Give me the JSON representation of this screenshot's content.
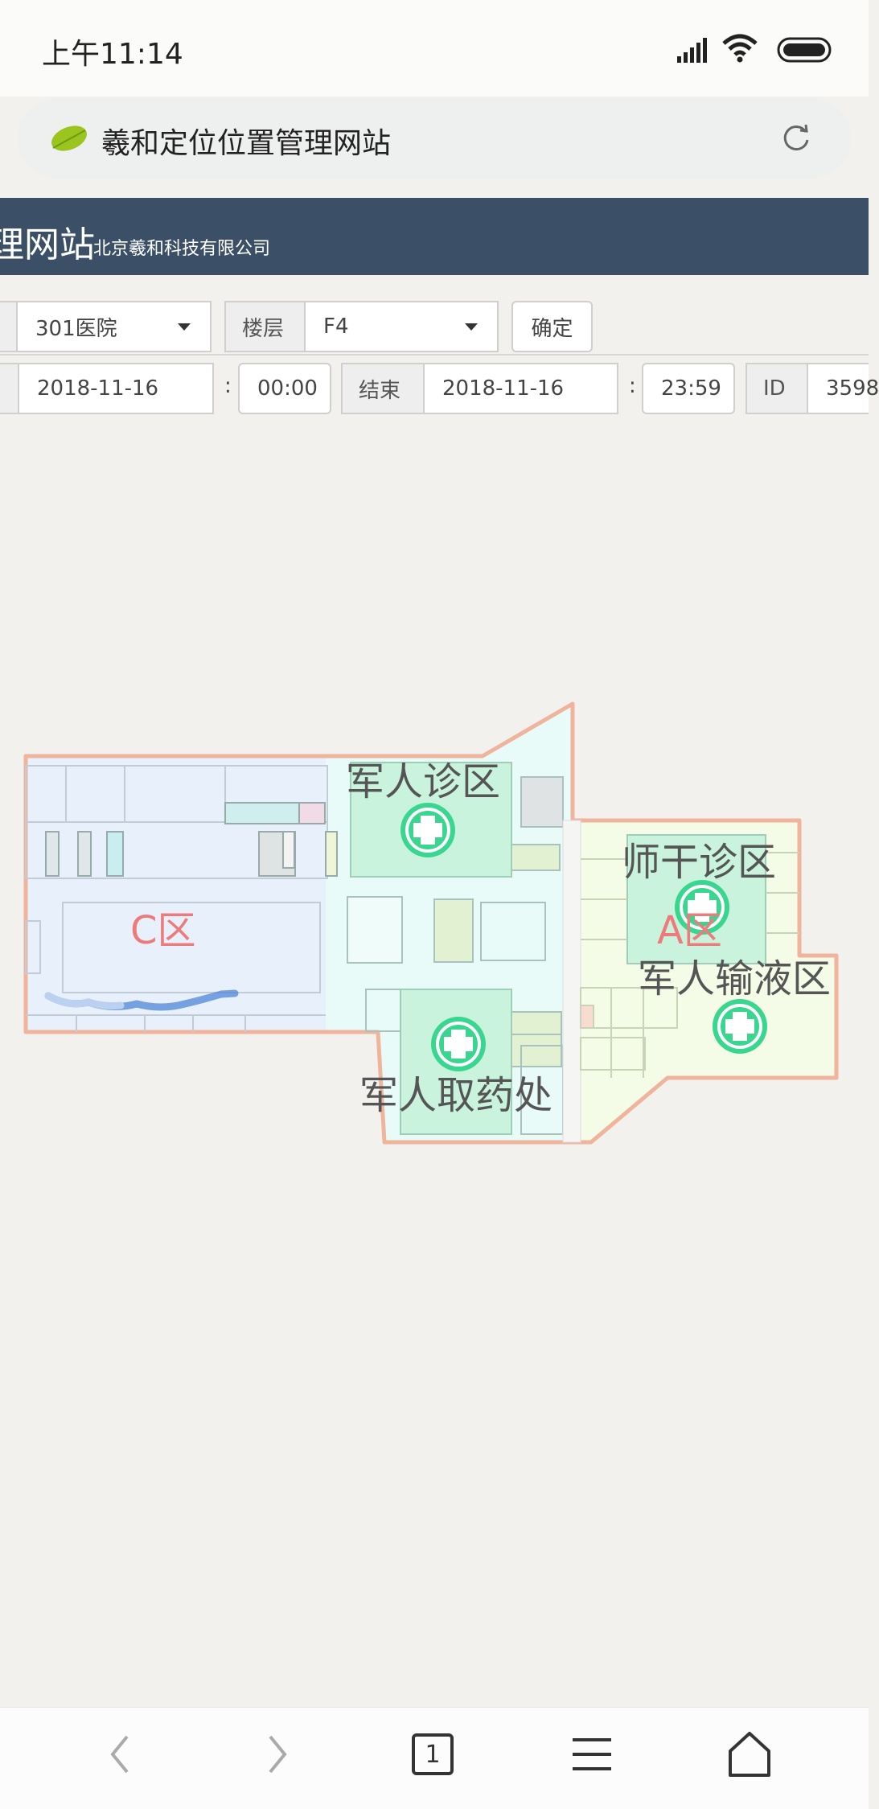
{
  "status_bar": {
    "time": "上午11:14",
    "icons": [
      "signal-icon",
      "wifi-icon",
      "battery-icon"
    ]
  },
  "url_bar": {
    "title": "羲和定位位置管理网站",
    "leaf_icon": "leaf-icon",
    "reload_icon": "reload-icon"
  },
  "header": {
    "title": "理网站",
    "company": "北京羲和科技有限公司"
  },
  "form": {
    "hospital_select": "301医院",
    "floor_label": "楼层",
    "floor_select": "F4",
    "confirm_label": "确定",
    "start_date": "2018-11-16",
    "start_time": "00:00",
    "end_label": "结束",
    "end_date": "2018-11-16",
    "end_time": "23:59",
    "id_label": "ID",
    "id_value": "3598",
    "colon": ":"
  },
  "map": {
    "zones": {
      "c_zone": "C区",
      "a_zone": "A区",
      "military_clinic": "军人诊区",
      "officer_clinic": "师干诊区",
      "military_infusion": "军人输液区",
      "military_pharmacy": "军人取药处"
    },
    "colors": {
      "outline": "#f0b49c",
      "zone_c_fill": "#e8f1fb",
      "zone_mid_fill": "#e9fbf8",
      "zone_a_fill": "#f4fbe6",
      "clinic_fill": "#c9f3dd",
      "cross_green": "#39d68f",
      "zone_label_red": "#ee7b7b",
      "trail_blue": "#4f86d8"
    }
  },
  "nav_bar": {
    "tab_count": "1",
    "icons": [
      "back-icon",
      "forward-icon",
      "tabs-icon",
      "menu-icon",
      "home-icon"
    ]
  }
}
